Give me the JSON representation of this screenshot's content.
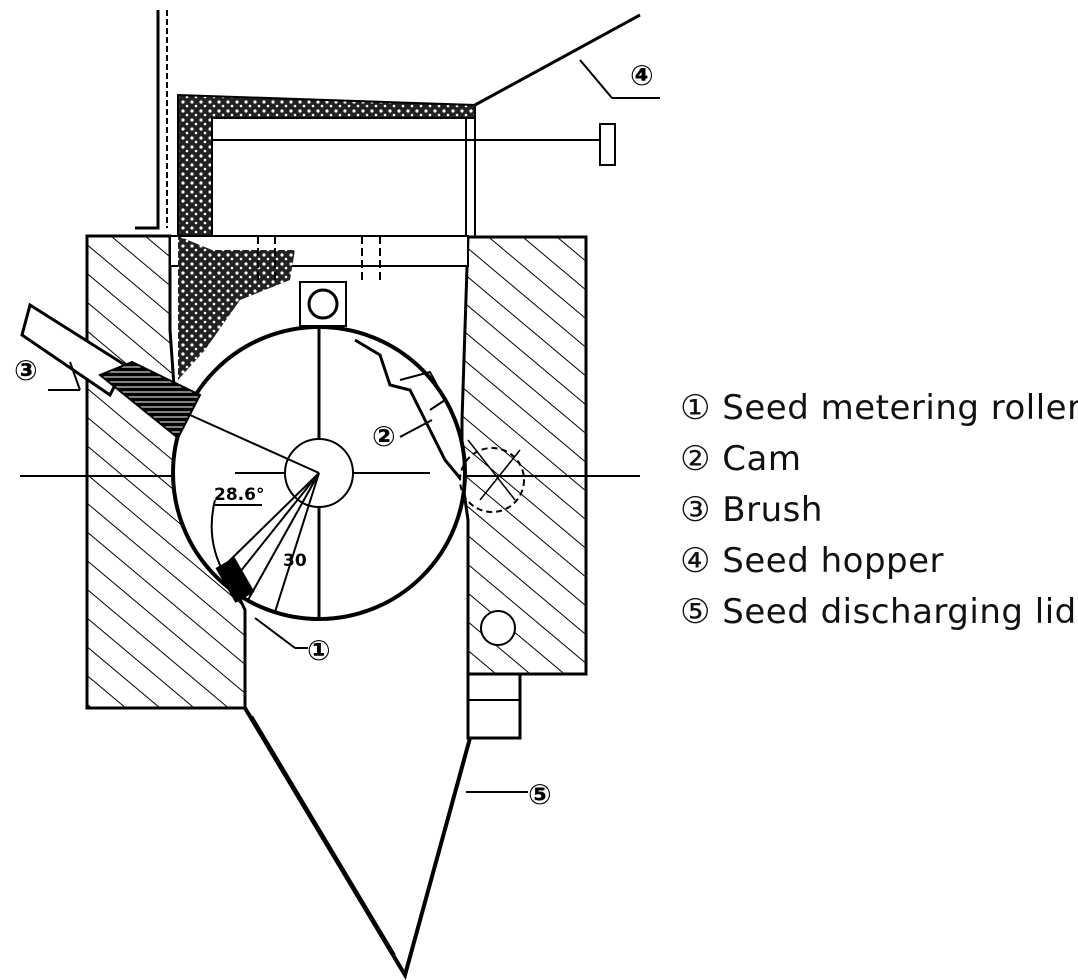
{
  "legend": {
    "items": [
      {
        "marker": "①",
        "label": "Seed metering roller"
      },
      {
        "marker": "②",
        "label": "Cam"
      },
      {
        "marker": "③",
        "label": "Brush"
      },
      {
        "marker": "④",
        "label": "Seed hopper"
      },
      {
        "marker": "⑤",
        "label": "Seed discharging lid"
      }
    ]
  },
  "callouts": {
    "roller": "①",
    "cam": "②",
    "brush": "③",
    "hopper": "④",
    "lid": "⑤"
  },
  "dimensions": {
    "angle_a": "28.6°",
    "angle_b": "30"
  }
}
